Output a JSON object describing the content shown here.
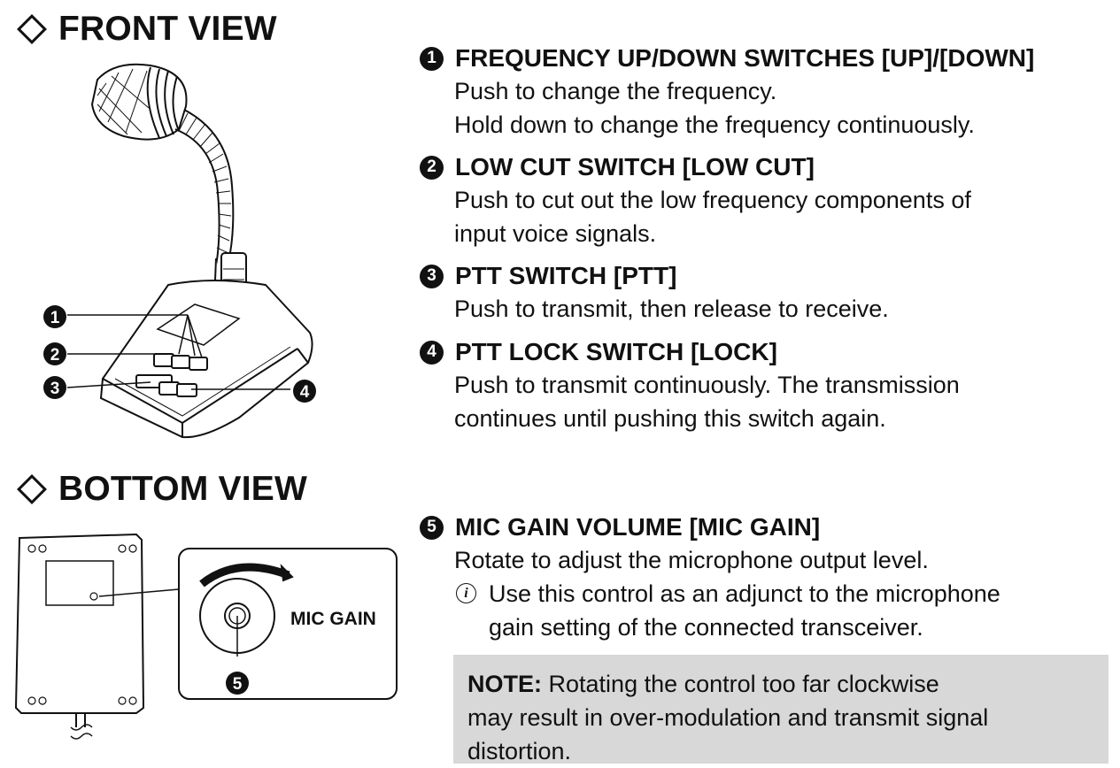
{
  "front_view": {
    "title": "FRONT VIEW"
  },
  "bottom_view": {
    "title": "BOTTOM VIEW",
    "knob_label": "MIC GAIN"
  },
  "callouts": [
    "1",
    "2",
    "3",
    "4",
    "5"
  ],
  "items": [
    {
      "number": "1",
      "heading": "FREQUENCY UP/DOWN SWITCHES [UP]/[DOWN]",
      "lines": [
        "Push to change the frequency.",
        "Hold down to change the frequency continuously."
      ]
    },
    {
      "number": "2",
      "heading": "LOW CUT SWITCH [LOW CUT]",
      "lines": [
        "Push to cut out the low frequency components of",
        "input voice signals."
      ]
    },
    {
      "number": "3",
      "heading": "PTT SWITCH [PTT]",
      "lines": [
        "Push to transmit, then release to receive."
      ]
    },
    {
      "number": "4",
      "heading": "PTT LOCK SWITCH [LOCK]",
      "lines": [
        "Push to transmit continuously. The transmission",
        "continues until pushing this switch again."
      ]
    },
    {
      "number": "5",
      "heading": "MIC GAIN VOLUME [MIC GAIN]",
      "lines": [
        "Rotate to adjust the microphone output level."
      ],
      "info_icon": "i",
      "info_lines": [
        "Use this control as an adjunct to the microphone",
        "gain setting of the connected transceiver."
      ]
    }
  ],
  "note": {
    "label": "NOTE:",
    "lines": [
      "Rotating the control too far clockwise",
      "may result in over-modulation and transmit signal",
      "distortion."
    ]
  }
}
